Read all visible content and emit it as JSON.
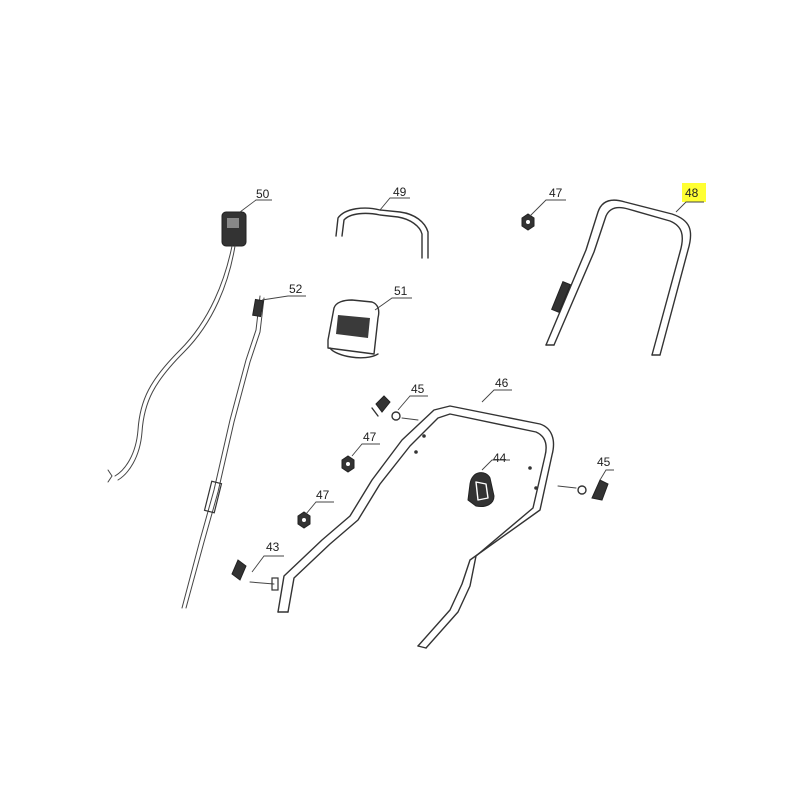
{
  "callouts": [
    {
      "id": "c50",
      "label": "50"
    },
    {
      "id": "c49",
      "label": "49"
    },
    {
      "id": "c47a",
      "label": "47"
    },
    {
      "id": "c48",
      "label": "48"
    },
    {
      "id": "c52",
      "label": "52"
    },
    {
      "id": "c51",
      "label": "51"
    },
    {
      "id": "c45a",
      "label": "45"
    },
    {
      "id": "c46",
      "label": "46"
    },
    {
      "id": "c47b",
      "label": "47"
    },
    {
      "id": "c44",
      "label": "44"
    },
    {
      "id": "c45b",
      "label": "45"
    },
    {
      "id": "c47c",
      "label": "47"
    },
    {
      "id": "c43",
      "label": "43"
    }
  ],
  "highlight": {
    "label": "48",
    "color": "#ffff33"
  }
}
